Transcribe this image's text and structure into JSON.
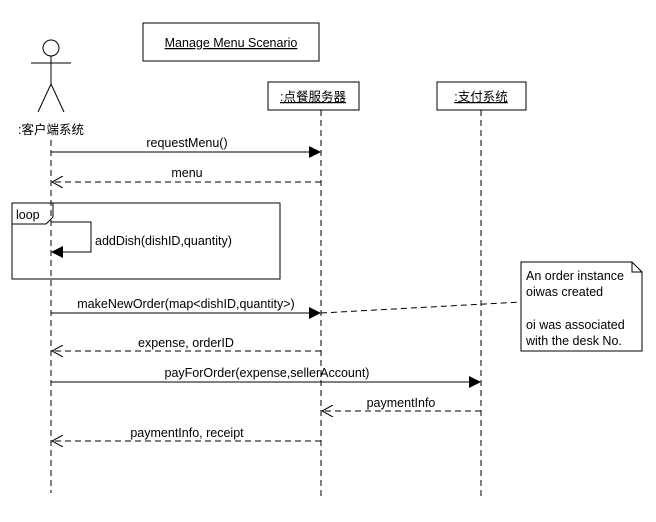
{
  "diagram": {
    "title": "Manage Menu Scenario",
    "actor": {
      "label": ":客户端系统"
    },
    "participants": [
      {
        "label": ":点餐服务器"
      },
      {
        "label": ":支付系统"
      }
    ],
    "fragment": {
      "operator": "loop"
    },
    "messages": [
      {
        "label": "requestMenu()",
        "from": "client",
        "to": "server",
        "kind": "sync"
      },
      {
        "label": "menu",
        "from": "server",
        "to": "client",
        "kind": "reply"
      },
      {
        "label": "addDish(dishID,quantity)",
        "from": "client",
        "to": "client",
        "kind": "self"
      },
      {
        "label": "makeNewOrder(map<dishID,quantity>)",
        "from": "client",
        "to": "server",
        "kind": "sync"
      },
      {
        "label": "expense, orderID",
        "from": "server",
        "to": "client",
        "kind": "reply"
      },
      {
        "label": "payForOrder(expense,sellerAccount)",
        "from": "client",
        "to": "payment",
        "kind": "sync"
      },
      {
        "label": "paymentInfo",
        "from": "payment",
        "to": "server",
        "kind": "reply"
      },
      {
        "label": "paymentInfo, receipt",
        "from": "server",
        "to": "client",
        "kind": "reply"
      }
    ],
    "note": {
      "lines": [
        "An order instance",
        "oiwas created",
        "",
        "oi was associated",
        "with the desk No."
      ]
    }
  }
}
